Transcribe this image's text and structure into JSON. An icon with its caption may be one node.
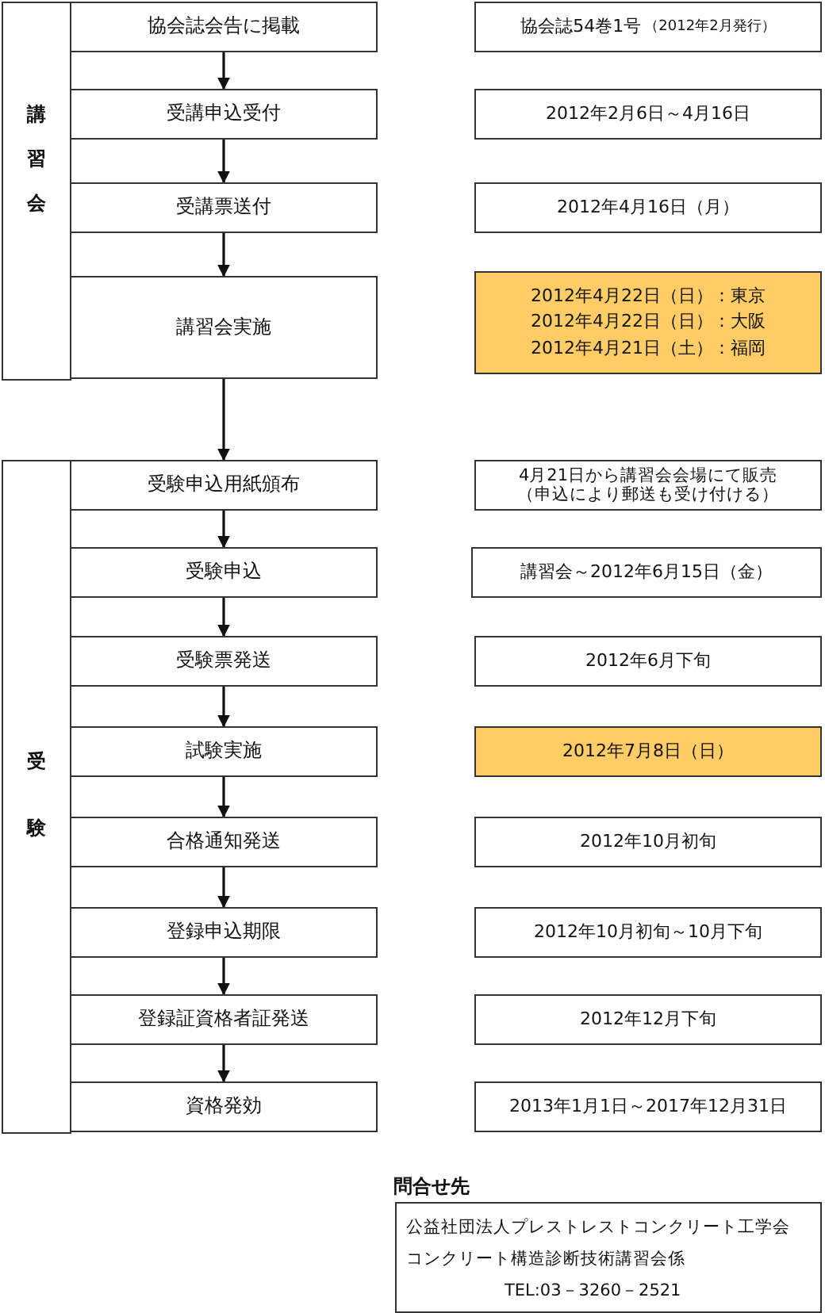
{
  "diagram": {
    "nodes": [
      {
        "text": [
          "講習会"
        ]
      },
      {
        "text": [
          "協会誌会告に掲載"
        ]
      },
      {
        "text": [
          "協会誌54巻1号",
          "（2012年2月発行）"
        ]
      },
      {
        "text": [
          "受講申込受付"
        ]
      },
      {
        "text": [
          "2012年2月6日～4月16日"
        ]
      },
      {
        "text": [
          "受講票送付"
        ]
      },
      {
        "text": [
          "2012年4月16日（月）"
        ]
      },
      {
        "text": [
          "講習会実施"
        ]
      },
      {
        "text": [
          "2012年4月22日（日）：東京",
          "2012年4月22日（日）：大阪",
          "2012年4月21日（土）：福岡"
        ]
      },
      {
        "text": [
          "受験"
        ]
      },
      {
        "text": [
          "受験申込用紙頒布"
        ]
      },
      {
        "text": [
          "4月21日から講習会会場にて販売",
          "（申込により郵送も受け付ける）"
        ]
      },
      {
        "text": [
          "受験申込"
        ]
      },
      {
        "text": [
          "講習会～2012年6月15日（金）"
        ]
      },
      {
        "text": [
          "受験票発送"
        ]
      },
      {
        "text": [
          "2012年6月下旬"
        ]
      },
      {
        "text": [
          "試験実施"
        ]
      },
      {
        "text": [
          "2012年7月8日（日）"
        ]
      },
      {
        "text": [
          "合格通知発送"
        ]
      },
      {
        "text": [
          "2012年10月初旬"
        ]
      },
      {
        "text": [
          "登録申込期限"
        ]
      },
      {
        "text": [
          "2012年10月初旬～10月下旬"
        ]
      },
      {
        "text": [
          "登録証資格者証発送"
        ]
      },
      {
        "text": [
          "2012年12月下旬"
        ]
      },
      {
        "text": [
          "資格発効"
        ]
      },
      {
        "text": [
          "2013年1月1日～2017年12月31日"
        ]
      },
      {
        "text": [
          "問合せ先",
          "公益社団法人プレストレストコンクリート工学会",
          "コンクリート構造診断技術講習会係",
          "TEL:03－3260－2521"
        ]
      }
    ],
    "edges": [
      {
        "from": 1,
        "to": 3,
        "arrow": "to"
      },
      {
        "from": 3,
        "to": 5,
        "arrow": "to"
      },
      {
        "from": 5,
        "to": 7,
        "arrow": "to"
      },
      {
        "from": 7,
        "to": 10,
        "arrow": "to"
      },
      {
        "from": 10,
        "to": 12,
        "arrow": "to"
      },
      {
        "from": 12,
        "to": 14,
        "arrow": "to"
      },
      {
        "from": 14,
        "to": 16,
        "arrow": "to"
      },
      {
        "from": 16,
        "to": 18,
        "arrow": "to"
      },
      {
        "from": 18,
        "to": 20,
        "arrow": "to"
      },
      {
        "from": 20,
        "to": 22,
        "arrow": "to"
      },
      {
        "from": 22,
        "to": 24,
        "arrow": "to"
      }
    ]
  }
}
